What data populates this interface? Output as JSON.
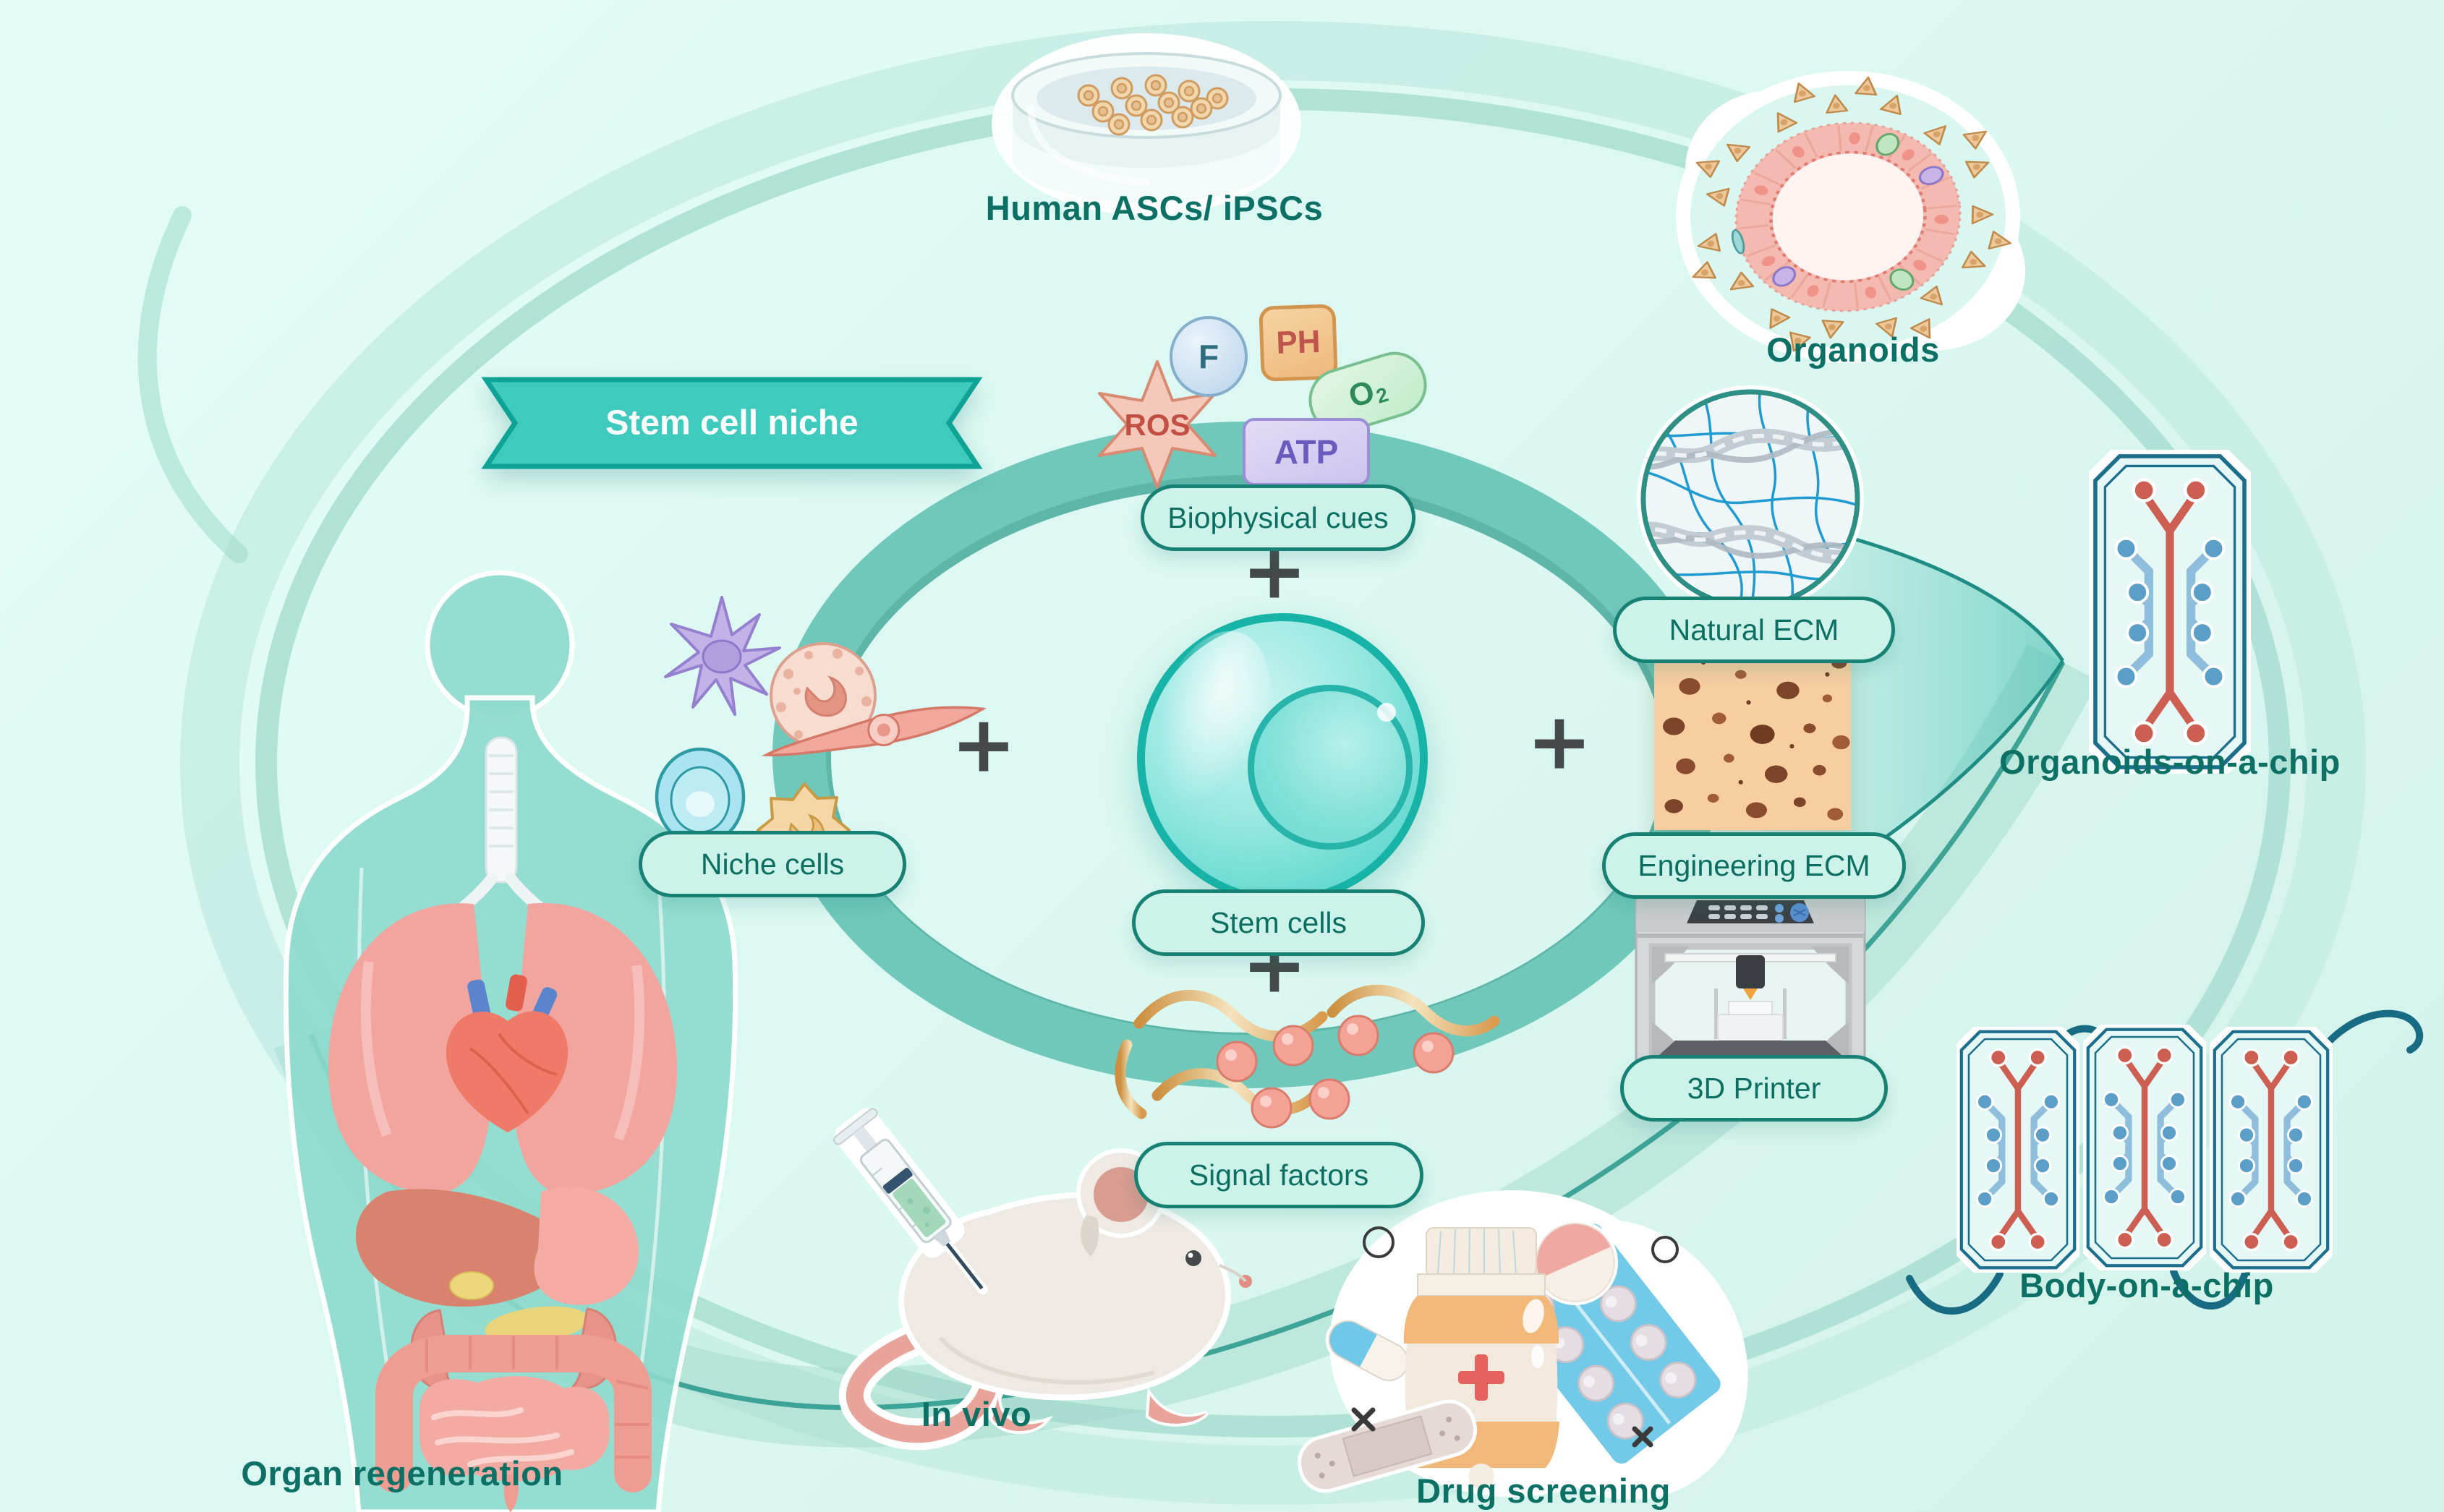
{
  "banner": {
    "label": "Stem cell niche"
  },
  "headings": {
    "human_ascs": "Human ASCs/ iPSCs",
    "organoids": "Organoids",
    "organoids_chip": "Organoids-on-a-chip",
    "body_chip": "Body-on-a-chip",
    "in_vivo": "In vivo",
    "drug_screening": "Drug screening",
    "organ_regeneration": "Organ regeneration"
  },
  "pills": {
    "biophysical": "Biophysical cues",
    "niche": "Niche cells",
    "stem": "Stem cells",
    "signal": "Signal factors",
    "natural_ecm": "Natural ECM",
    "engineering_ecm": "Engineering ECM",
    "printer": "3D Printer"
  },
  "badges": {
    "f": "F",
    "ph": "PH",
    "o2": "O",
    "o2_sub": "2",
    "ros": "ROS",
    "atp": "ATP"
  },
  "operators": {
    "plus": "+"
  },
  "colors": {
    "background": "#dcf8f2",
    "accent_teal": "#17a295",
    "ring": "#6fc8ba",
    "ring_shadow": "#4fae9f",
    "banner_fill": "#3ecabd",
    "banner_border": "#0fa396",
    "pill_fill": "#cdf2ea",
    "pill_border": "#178274",
    "label_text": "#0a6e60",
    "heading_text": "#0c7065",
    "chip_outline": "#1b6f8c",
    "chip_red": "#cd5f52",
    "chip_blue": "#5b9fc9",
    "plus_sign": "#45494b",
    "stem_cell": "#66dad1",
    "sponge": "#f8cda0",
    "organ_pink": "#f2a49e"
  }
}
